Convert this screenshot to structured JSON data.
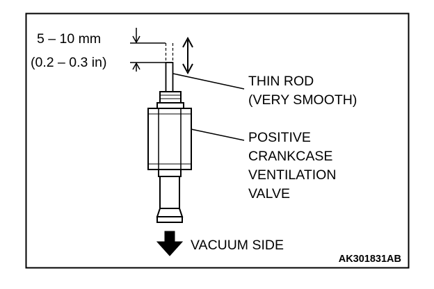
{
  "figure_code": "AK301831AB",
  "dimension": {
    "metric": "5 – 10 mm",
    "imperial": "(0.2 – 0.3 in)"
  },
  "labels": {
    "rod_line1": "THIN ROD",
    "rod_line2": "(VERY SMOOTH)",
    "valve_line1": "POSITIVE",
    "valve_line2": "CRANKCASE",
    "valve_line3": "VENTILATION",
    "valve_line4": "VALVE",
    "vacuum_side": "VACUUM SIDE"
  }
}
